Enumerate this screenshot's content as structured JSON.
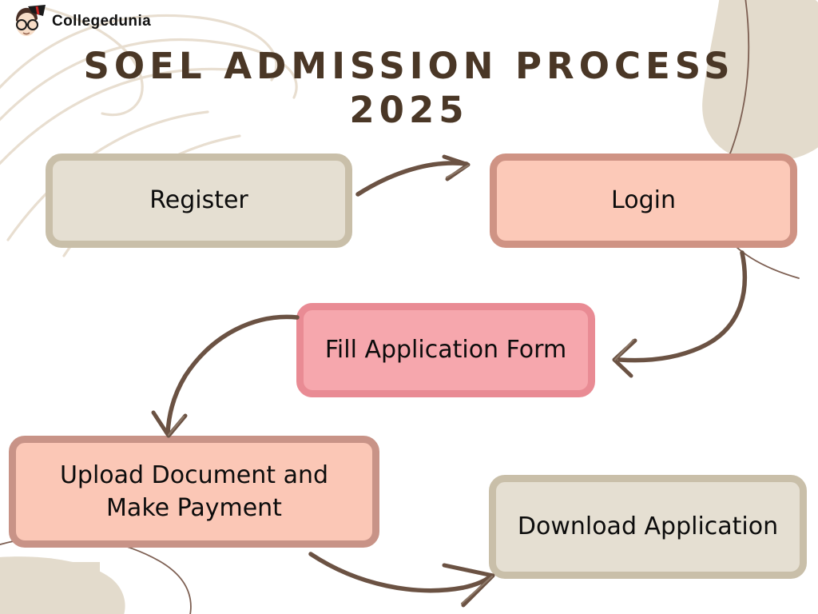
{
  "page": {
    "background_color": "#ffffff",
    "title_color": "#4a3726"
  },
  "brand": {
    "name": "Collegedunia",
    "logo_icon": "graduation-cap-face-icon"
  },
  "header": {
    "title_line1": "SOEL ADMISSION PROCESS",
    "title_line2": "2025"
  },
  "flow": {
    "steps": [
      {
        "id": "register",
        "label": "Register",
        "order": 1,
        "fill_color": "#e5dfd2",
        "border_color": "#c9bfa9"
      },
      {
        "id": "login",
        "label": "Login",
        "order": 2,
        "fill_color": "#fcc9b8",
        "border_color": "#cf9384"
      },
      {
        "id": "fill-application-form",
        "label": "Fill Application Form",
        "order": 3,
        "fill_color": "#f6a7ad",
        "border_color": "#e98b94"
      },
      {
        "id": "upload-document-and-make-payment",
        "label": "Upload Document and Make Payment",
        "order": 4,
        "fill_color": "#fbc7b6",
        "border_color": "#c89387"
      },
      {
        "id": "download-application",
        "label": "Download Application",
        "order": 5,
        "fill_color": "#e5dfd2",
        "border_color": "#c9bfa9"
      }
    ],
    "connectors": [
      {
        "id": "register-to-login",
        "from": "register",
        "to": "login",
        "direction": "right"
      },
      {
        "id": "login-to-fill-form",
        "from": "login",
        "to": "fill-application-form",
        "direction": "down-left"
      },
      {
        "id": "fill-form-to-upload",
        "from": "fill-application-form",
        "to": "upload-document-and-make-payment",
        "direction": "down-left"
      },
      {
        "id": "upload-to-download",
        "from": "upload-document-and-make-payment",
        "to": "download-application",
        "direction": "right"
      }
    ],
    "arrow_color": "#6b5243"
  },
  "decorations": {
    "blob_color": "#e3dbcc",
    "line_color": "#e8ded0",
    "thin_line_color": "#7d5f52"
  }
}
